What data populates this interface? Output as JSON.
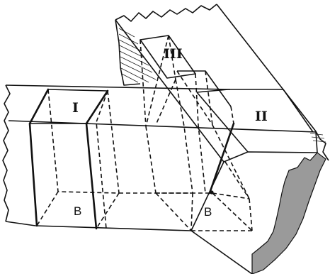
{
  "labels": {
    "region_1": "I",
    "region_2": "II",
    "region_3": "III",
    "base_left": "B",
    "base_right": "B"
  }
}
